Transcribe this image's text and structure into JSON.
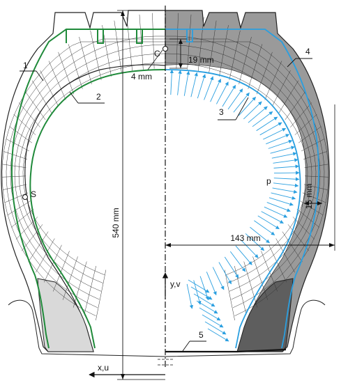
{
  "labels": {
    "part_1": "1",
    "part_2": "2",
    "part_3": "3",
    "part_4": "4",
    "part_5": "5",
    "point_c": "C",
    "point_s": "S",
    "pressure": "p"
  },
  "dimensions": {
    "height": "540 mm",
    "width_half": "143 mm",
    "tread_depth": "19 mm",
    "offset": "4 mm",
    "sidewall": "15 mm"
  },
  "axes": {
    "vertical": "y,v",
    "horizontal": "x,u"
  },
  "colors": {
    "green_contour": "#1f8a3a",
    "blue_pressure": "#2a9fe0",
    "mesh_fill": "#9a9a9a",
    "bead_fill": "#6a6a6a",
    "line": "#222222"
  }
}
